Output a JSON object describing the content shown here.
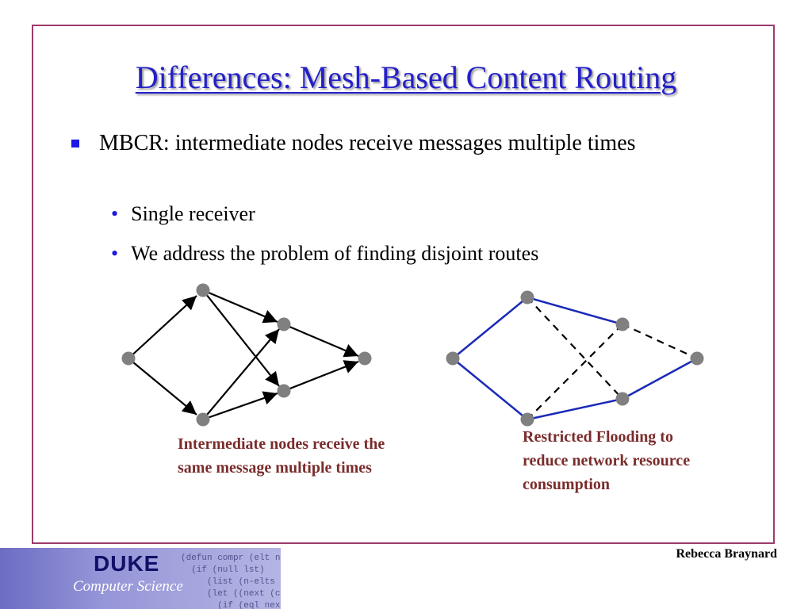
{
  "slide": {
    "title": "Differences: Mesh-Based Content Routing",
    "bullet": "MBCR: intermediate nodes receive messages multiple times",
    "sub_bullets": [
      "Single receiver",
      "We address the problem of finding disjoint routes"
    ]
  },
  "diagrams": {
    "left_caption_lines": [
      "Intermediate nodes receive the",
      "same message multiple times"
    ],
    "right_caption_lines": [
      "Restricted Flooding to",
      "reduce network resource",
      "consumption"
    ]
  },
  "footer": {
    "author": "Rebecca Braynard",
    "logo_text": "DUKE",
    "logo_subtitle": "Computer Science"
  },
  "colors": {
    "title": "#2420c8",
    "frame": "#9c3b6a",
    "caption": "#7a2c2c",
    "node": "#808080",
    "blue_edge": "#1a2ab8"
  }
}
